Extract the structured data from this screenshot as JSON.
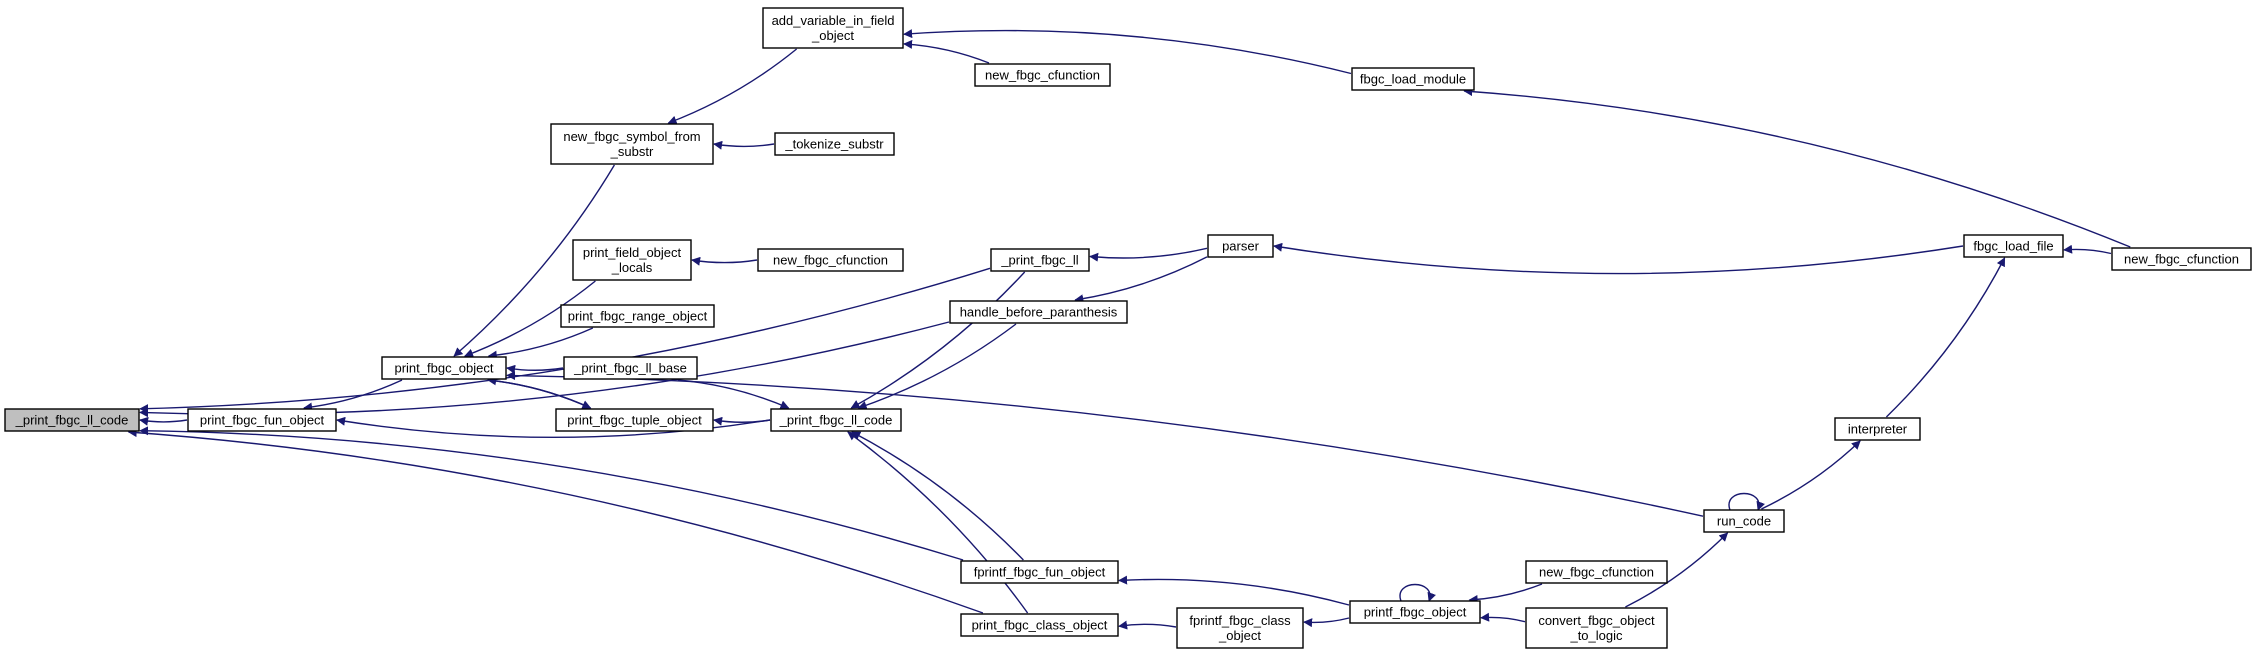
{
  "colors": {
    "edge": "#191970",
    "root_fill": "#bfbfbf",
    "node_fill": "#ffffff",
    "border": "#000000"
  },
  "nodes": {
    "n0": {
      "lines": [
        "_print_fbgc_ll_code"
      ]
    },
    "n1": {
      "lines": [
        "print_fbgc_fun_object"
      ]
    },
    "n2": {
      "lines": [
        "print_fbgc_object"
      ]
    },
    "n3": {
      "lines": [
        "new_fbgc_symbol_from",
        "_substr"
      ]
    },
    "n4": {
      "lines": [
        "add_variable_in_field",
        "_object"
      ]
    },
    "n5": {
      "lines": [
        "new_fbgc_cfunction"
      ]
    },
    "n6": {
      "lines": [
        "fbgc_load_module"
      ]
    },
    "n7": {
      "lines": [
        "_tokenize_substr"
      ]
    },
    "n8": {
      "lines": [
        "print_field_object",
        "_locals"
      ]
    },
    "n9": {
      "lines": [
        "new_fbgc_cfunction"
      ]
    },
    "n10": {
      "lines": [
        "print_fbgc_range_object"
      ]
    },
    "n11": {
      "lines": [
        "_print_fbgc_ll_base"
      ]
    },
    "n12": {
      "lines": [
        "print_fbgc_tuple_object"
      ]
    },
    "n13": {
      "lines": [
        "_print_fbgc_ll_code"
      ]
    },
    "n14": {
      "lines": [
        "_print_fbgc_ll"
      ]
    },
    "n15": {
      "lines": [
        "handle_before_paranthesis"
      ]
    },
    "n16": {
      "lines": [
        "parser"
      ]
    },
    "n17": {
      "lines": [
        "fbgc_load_file"
      ]
    },
    "n18": {
      "lines": [
        "new_fbgc_cfunction"
      ]
    },
    "n19": {
      "lines": [
        "interpreter"
      ]
    },
    "n20": {
      "lines": [
        "run_code"
      ]
    },
    "n21": {
      "lines": [
        "fprintf_fbgc_fun_object"
      ]
    },
    "n22": {
      "lines": [
        "print_fbgc_class_object"
      ]
    },
    "n23": {
      "lines": [
        "fprintf_fbgc_class",
        "_object"
      ]
    },
    "n24": {
      "lines": [
        "printf_fbgc_object"
      ]
    },
    "n25": {
      "lines": [
        "new_fbgc_cfunction"
      ]
    },
    "n26": {
      "lines": [
        "convert_fbgc_object",
        "_to_logic"
      ]
    }
  },
  "edges": [
    [
      "n1",
      "n0"
    ],
    [
      "n14",
      "n0"
    ],
    [
      "n15",
      "n0"
    ],
    [
      "n21",
      "n0"
    ],
    [
      "n22",
      "n0"
    ],
    [
      "n2",
      "n1"
    ],
    [
      "n13",
      "n1"
    ],
    [
      "n3",
      "n2"
    ],
    [
      "n8",
      "n2"
    ],
    [
      "n10",
      "n2"
    ],
    [
      "n11",
      "n2"
    ],
    [
      "n12",
      "n2"
    ],
    [
      "n20",
      "n2"
    ],
    [
      "n4",
      "n3"
    ],
    [
      "n7",
      "n3"
    ],
    [
      "n5",
      "n4"
    ],
    [
      "n6",
      "n4"
    ],
    [
      "n18",
      "n6"
    ],
    [
      "n9",
      "n8"
    ],
    [
      "n2",
      "n12"
    ],
    [
      "n13",
      "n12"
    ],
    [
      "n11",
      "n13"
    ],
    [
      "n14",
      "n13"
    ],
    [
      "n15",
      "n13"
    ],
    [
      "n21",
      "n13"
    ],
    [
      "n22",
      "n13"
    ],
    [
      "n16",
      "n14"
    ],
    [
      "n16",
      "n15"
    ],
    [
      "n17",
      "n16"
    ],
    [
      "n18",
      "n17"
    ],
    [
      "n19",
      "n17"
    ],
    [
      "n20",
      "n19"
    ],
    [
      "n20",
      "n20"
    ],
    [
      "n26",
      "n20"
    ],
    [
      "n24",
      "n21"
    ],
    [
      "n23",
      "n22"
    ],
    [
      "n24",
      "n23"
    ],
    [
      "n24",
      "n24"
    ],
    [
      "n25",
      "n24"
    ],
    [
      "n26",
      "n24"
    ]
  ]
}
